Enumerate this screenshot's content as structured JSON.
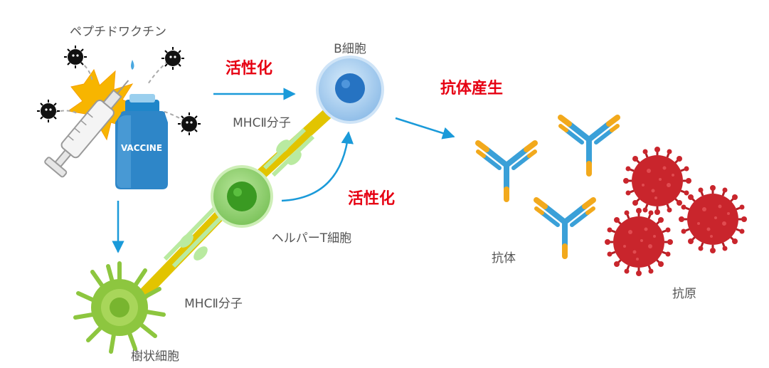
{
  "labels": {
    "peptide_vaccine": "ペプチドワクチン",
    "vaccine_bottle": "VACCINE",
    "b_cell": "B細胞",
    "activation_top": "活性化",
    "activation_mid": "活性化",
    "antibody_production": "抗体産生",
    "mhc2_upper": "MHCⅡ分子",
    "mhc2_lower": "MHCⅡ分子",
    "helper_t_cell": "ヘルパーT細胞",
    "dendritic_cell": "樹状細胞",
    "antibody": "抗体",
    "antigen": "抗原"
  },
  "colors": {
    "accent_red": "#e60012",
    "arrow_blue": "#1a9ad9",
    "label_grey": "#555555",
    "mhc_yellow": "#e2c400",
    "tcr_green": "#b9eaa0",
    "b_cell_blue": "#a9cff0",
    "t_cell_green": "#4fb52f",
    "dendritic_green": "#8dc63f",
    "virus_red": "#c9252c",
    "antibody_blue": "#3aa0d8",
    "antibody_orange": "#f2a91c"
  }
}
